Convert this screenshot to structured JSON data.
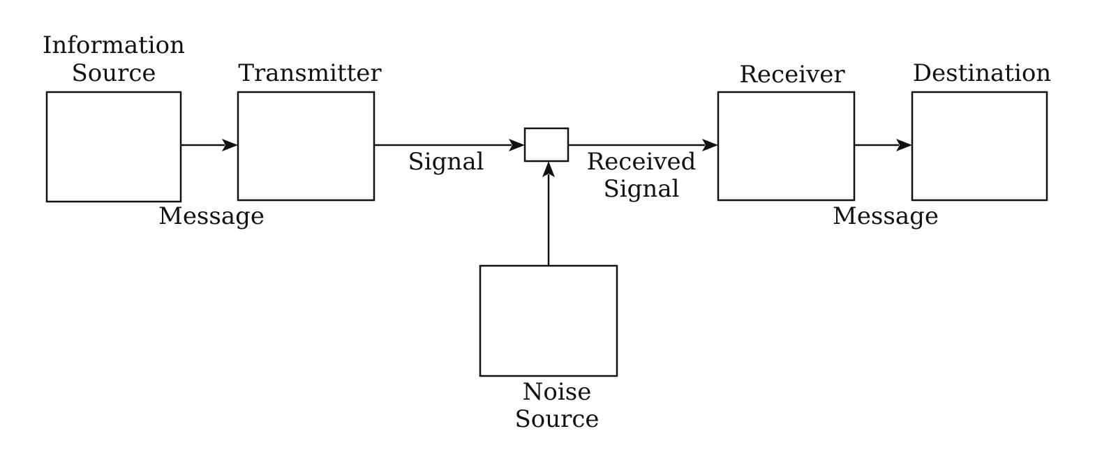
{
  "diagram": {
    "blocks": {
      "information_source": {
        "line1": "Information",
        "line2": "Source"
      },
      "transmitter": {
        "label": "Transmitter"
      },
      "receiver": {
        "label": "Receiver"
      },
      "destination": {
        "label": "Destination"
      },
      "noise_source": {
        "line1": "Noise",
        "line2": "Source"
      }
    },
    "edges": {
      "message_out": {
        "label": "Message"
      },
      "signal": {
        "label": "Signal"
      },
      "received_signal": {
        "line1": "Received",
        "line2": "Signal"
      },
      "message_in": {
        "label": "Message"
      }
    }
  }
}
